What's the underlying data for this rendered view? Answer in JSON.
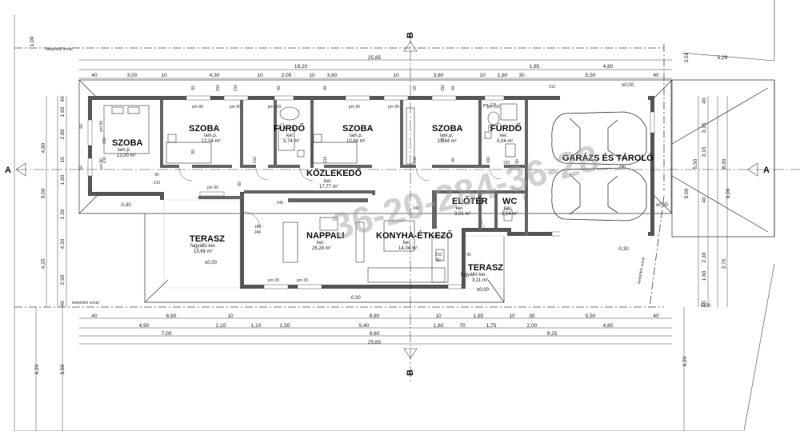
{
  "rooms": [
    {
      "name": "SZOBA",
      "floor": "lam.p.",
      "area": "12,00 m²"
    },
    {
      "name": "SZOBA",
      "floor": "lam.p.",
      "area": "12,04 m²"
    },
    {
      "name": "FÜRDŐ",
      "floor": "ker.",
      "area": "5,74 m²"
    },
    {
      "name": "SZOBA",
      "floor": "lam.p.",
      "area": "10,84 m²"
    },
    {
      "name": "SZOBA",
      "floor": "lam.p.",
      "area": "10,64 m²"
    },
    {
      "name": "FÜRDŐ",
      "floor": "ker.",
      "area": "5,04 m²"
    },
    {
      "name": "GARÁZS ÉS TÁROLÓ",
      "floor": "",
      "area": ""
    },
    {
      "name": "KÖZLEKEDŐ",
      "floor": "ker.",
      "area": "17,77 m²"
    },
    {
      "name": "ELŐTÉR",
      "floor": "ker.",
      "area": "3,91 m²"
    },
    {
      "name": "WC",
      "floor": "ker.",
      "area": "1,54 m²"
    },
    {
      "name": "NAPPALI",
      "floor": "ker.",
      "area": "26,28 m²"
    },
    {
      "name": "KONYHA-ÉTKEZŐ",
      "floor": "ker.",
      "area": "14,04 m²"
    },
    {
      "name": "TERASZ",
      "floor": "fagyálló ker.",
      "area": "13,68 m²"
    },
    {
      "name": "TERASZ",
      "floor": "fagyálló ker.",
      "area": "3,11 m²"
    }
  ],
  "labels": {
    "building_line_top": "beépítési vonal",
    "building_line_bottom": "beépítési vonal",
    "building_line_right": "beépítési vonal",
    "section_a": "A",
    "section_b": "B",
    "level_zero": "±0,00",
    "level_minus30": "-0,30",
    "watermark": "36-20-284-36-28",
    "window_labels": [
      "pm 90",
      "pm 90",
      "pm 120",
      "pm 90",
      "pm 90",
      "pm 120",
      "pm 30",
      "pm 30",
      "pm 30",
      "pm 120",
      "pm 90",
      "pm 90"
    ]
  },
  "dims": {
    "top_row1": [
      "40",
      "3,00",
      "10",
      "4,30",
      "10",
      "2,05",
      "10",
      "3,80",
      "10",
      "3,80",
      "10",
      "1,80",
      "30",
      "5,50",
      "40"
    ],
    "top_row2": [
      "19,20",
      "1,85",
      "4,80"
    ],
    "top_total": "25,85",
    "top_left_offset": "1,00",
    "top_right_offset": "3,51",
    "right_ext": "5,29",
    "bottom_row1": [
      "40",
      "6,60",
      "10",
      "8,80",
      "10",
      "1,85",
      "10",
      "30",
      "5,50",
      "40"
    ],
    "bottom_row2": [
      "4,90",
      "2,10",
      "1,10",
      "1,50",
      "5,40",
      "1,60",
      "70",
      "1,75",
      "2,00",
      "4,80"
    ],
    "bottom_row3": [
      "7,00",
      "9,60",
      "9,25"
    ],
    "bottom_total": "25,85",
    "right_offset": "5,00",
    "left_col": [
      "40",
      "1,60",
      "2,80",
      "10",
      "1,60",
      "1,30",
      "4,20",
      "2,90",
      "40"
    ],
    "left_totals": [
      "4,80",
      "9,00",
      "4,20"
    ],
    "right_col": [
      "40",
      "3,15",
      "3,15",
      "40",
      "2,30",
      "1,60",
      "40"
    ],
    "right_totals": [
      "5,50",
      "8,30",
      "9,00",
      "9,06",
      "2,70"
    ],
    "far_left": [
      "6,20",
      "5,50"
    ],
    "far_right": "6,20",
    "openings": [
      "90",
      "150",
      "90",
      "210",
      "90",
      "210",
      "90",
      "150",
      "90",
      "210",
      "90",
      "240",
      "90",
      "210",
      "180",
      "240",
      "90",
      "210",
      "60",
      "210",
      "60",
      "90",
      "150",
      "90",
      "240",
      "90",
      "210",
      "90",
      "210",
      "160",
      "210",
      "90",
      "210",
      "120",
      "120",
      "240"
    ]
  }
}
